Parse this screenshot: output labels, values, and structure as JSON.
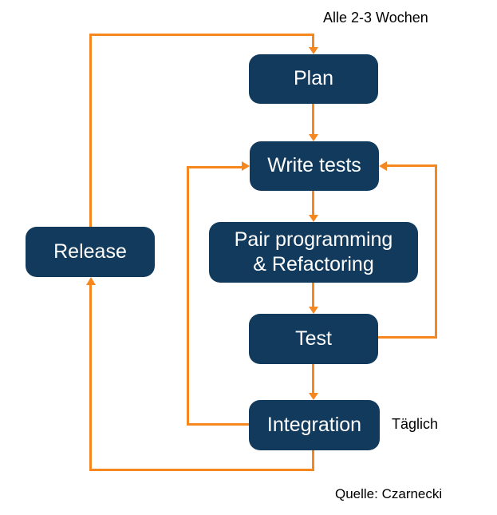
{
  "diagram": {
    "labels": {
      "cycle": "Alle 2-3 Wochen",
      "daily": "Täglich",
      "source": "Quelle: Czarnecki"
    },
    "nodes": {
      "plan": {
        "label": "Plan"
      },
      "write_tests": {
        "label": "Write tests"
      },
      "pair": {
        "label_line1": "Pair programming",
        "label_line2": "& Refactoring"
      },
      "test": {
        "label": "Test"
      },
      "integration": {
        "label": "Integration"
      },
      "release": {
        "label": "Release"
      }
    },
    "colors": {
      "node_fill": "#123A5C",
      "node_text": "#FFFFFF",
      "arrow": "#F6871F",
      "label_text": "#000000"
    }
  }
}
